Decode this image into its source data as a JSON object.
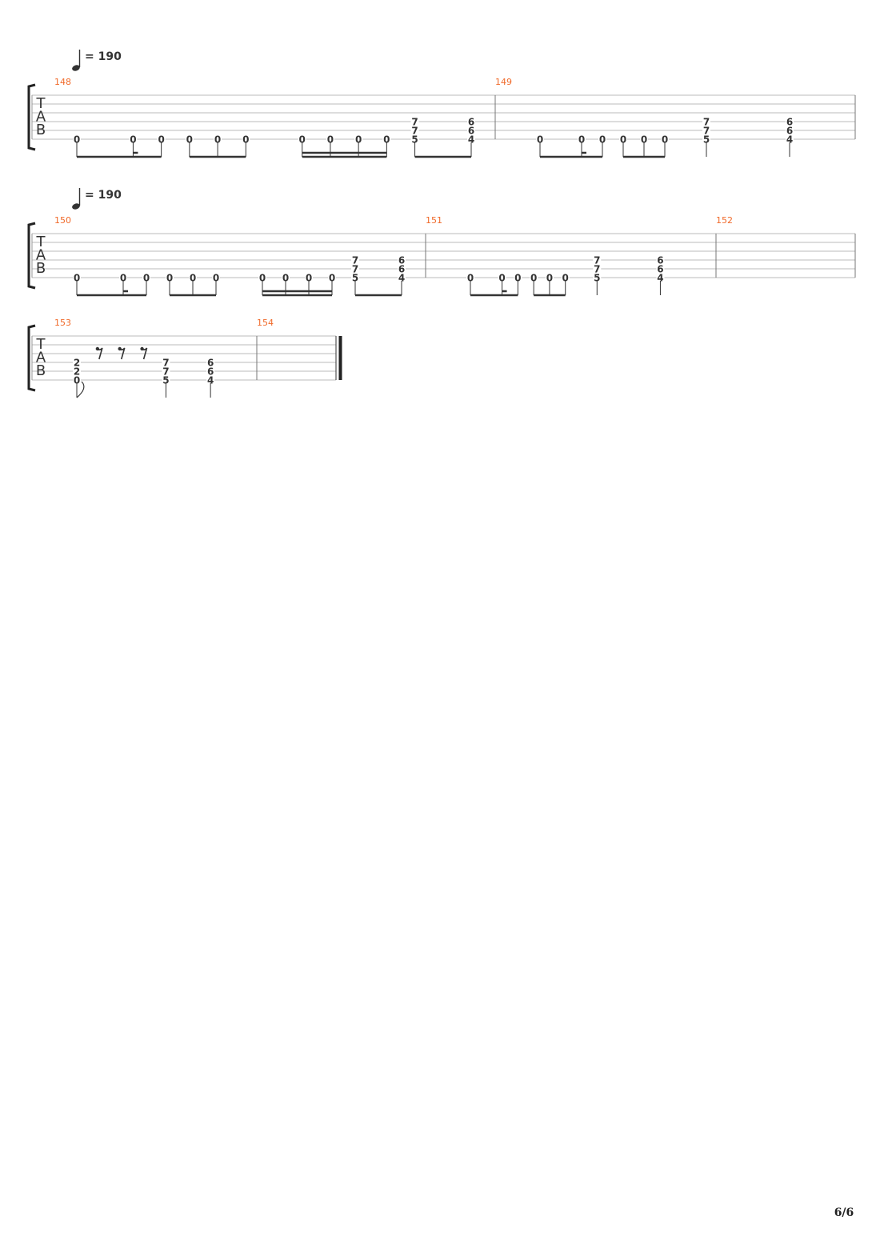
{
  "page": {
    "number": "6/6",
    "ink": "#333333",
    "line_color": "#bbbbbb",
    "bar_number_color": "#f06a2a"
  },
  "tab_clef": [
    "T",
    "A",
    "B"
  ],
  "systems": [
    {
      "tempo": {
        "symbol": "quarter-note",
        "text": "= 190"
      },
      "bars": [
        {
          "number": "148",
          "notes": [
            {
              "t": 0,
              "d": "e",
              "frets": [
                {
                  "s": 6,
                  "f": "0"
                }
              ]
            },
            {
              "t": 0.5,
              "d": "s",
              "frets": [
                {
                  "s": 6,
                  "f": "0"
                }
              ]
            },
            {
              "t": 0.75,
              "d": "s",
              "frets": [
                {
                  "s": 6,
                  "f": "0"
                }
              ]
            },
            {
              "t": 1,
              "d": "s",
              "frets": [
                {
                  "s": 6,
                  "f": "0"
                }
              ]
            },
            {
              "t": 1.25,
              "d": "s",
              "frets": [
                {
                  "s": 6,
                  "f": "0"
                }
              ]
            },
            {
              "t": 1.5,
              "d": "e",
              "frets": [
                {
                  "s": 6,
                  "f": "0"
                }
              ]
            },
            {
              "t": 2,
              "d": "s",
              "frets": [
                {
                  "s": 6,
                  "f": "0"
                }
              ]
            },
            {
              "t": 2.25,
              "d": "s",
              "frets": [
                {
                  "s": 6,
                  "f": "0"
                }
              ]
            },
            {
              "t": 2.5,
              "d": "s",
              "frets": [
                {
                  "s": 6,
                  "f": "0"
                }
              ]
            },
            {
              "t": 2.75,
              "d": "s",
              "frets": [
                {
                  "s": 6,
                  "f": "0"
                }
              ]
            },
            {
              "t": 3,
              "d": "e",
              "frets": [
                {
                  "s": 6,
                  "f": "5"
                },
                {
                  "s": 5,
                  "f": "7"
                },
                {
                  "s": 4,
                  "f": "7"
                }
              ]
            },
            {
              "t": 3.5,
              "d": "e",
              "frets": [
                {
                  "s": 6,
                  "f": "4"
                },
                {
                  "s": 5,
                  "f": "6"
                },
                {
                  "s": 4,
                  "f": "6"
                }
              ]
            }
          ]
        },
        {
          "number": "149",
          "notes": [
            {
              "t": 0,
              "d": "e",
              "frets": [
                {
                  "s": 6,
                  "f": "0"
                }
              ]
            },
            {
              "t": 0.5,
              "d": "s",
              "frets": [
                {
                  "s": 6,
                  "f": "0"
                }
              ]
            },
            {
              "t": 0.75,
              "d": "s",
              "frets": [
                {
                  "s": 6,
                  "f": "0"
                }
              ]
            },
            {
              "t": 1,
              "d": "s",
              "frets": [
                {
                  "s": 6,
                  "f": "0"
                }
              ]
            },
            {
              "t": 1.25,
              "d": "s",
              "frets": [
                {
                  "s": 6,
                  "f": "0"
                }
              ]
            },
            {
              "t": 1.5,
              "d": "e",
              "frets": [
                {
                  "s": 6,
                  "f": "0"
                }
              ]
            },
            {
              "t": 2,
              "d": "q",
              "frets": [
                {
                  "s": 6,
                  "f": "5"
                },
                {
                  "s": 5,
                  "f": "7"
                },
                {
                  "s": 4,
                  "f": "7"
                }
              ]
            },
            {
              "t": 3,
              "d": "q",
              "frets": [
                {
                  "s": 6,
                  "f": "4"
                },
                {
                  "s": 5,
                  "f": "6"
                },
                {
                  "s": 4,
                  "f": "6"
                }
              ]
            }
          ]
        }
      ]
    },
    {
      "tempo": {
        "symbol": "quarter-note",
        "text": "= 190"
      },
      "bars": [
        {
          "number": "150",
          "notes": [
            {
              "t": 0,
              "d": "e",
              "frets": [
                {
                  "s": 6,
                  "f": "0"
                }
              ]
            },
            {
              "t": 0.5,
              "d": "s",
              "frets": [
                {
                  "s": 6,
                  "f": "0"
                }
              ]
            },
            {
              "t": 0.75,
              "d": "s",
              "frets": [
                {
                  "s": 6,
                  "f": "0"
                }
              ]
            },
            {
              "t": 1,
              "d": "s",
              "frets": [
                {
                  "s": 6,
                  "f": "0"
                }
              ]
            },
            {
              "t": 1.25,
              "d": "s",
              "frets": [
                {
                  "s": 6,
                  "f": "0"
                }
              ]
            },
            {
              "t": 1.5,
              "d": "e",
              "frets": [
                {
                  "s": 6,
                  "f": "0"
                }
              ]
            },
            {
              "t": 2,
              "d": "s",
              "frets": [
                {
                  "s": 6,
                  "f": "0"
                }
              ]
            },
            {
              "t": 2.25,
              "d": "s",
              "frets": [
                {
                  "s": 6,
                  "f": "0"
                }
              ]
            },
            {
              "t": 2.5,
              "d": "s",
              "frets": [
                {
                  "s": 6,
                  "f": "0"
                }
              ]
            },
            {
              "t": 2.75,
              "d": "s",
              "frets": [
                {
                  "s": 6,
                  "f": "0"
                }
              ]
            },
            {
              "t": 3,
              "d": "e",
              "frets": [
                {
                  "s": 6,
                  "f": "5"
                },
                {
                  "s": 5,
                  "f": "7"
                },
                {
                  "s": 4,
                  "f": "7"
                }
              ]
            },
            {
              "t": 3.5,
              "d": "e",
              "frets": [
                {
                  "s": 6,
                  "f": "4"
                },
                {
                  "s": 5,
                  "f": "6"
                },
                {
                  "s": 4,
                  "f": "6"
                }
              ]
            }
          ]
        },
        {
          "number": "151",
          "notes": [
            {
              "t": 0,
              "d": "e",
              "frets": [
                {
                  "s": 6,
                  "f": "0"
                }
              ]
            },
            {
              "t": 0.5,
              "d": "s",
              "frets": [
                {
                  "s": 6,
                  "f": "0"
                }
              ]
            },
            {
              "t": 0.75,
              "d": "s",
              "frets": [
                {
                  "s": 6,
                  "f": "0"
                }
              ]
            },
            {
              "t": 1,
              "d": "s",
              "frets": [
                {
                  "s": 6,
                  "f": "0"
                }
              ]
            },
            {
              "t": 1.25,
              "d": "s",
              "frets": [
                {
                  "s": 6,
                  "f": "0"
                }
              ]
            },
            {
              "t": 1.5,
              "d": "e",
              "frets": [
                {
                  "s": 6,
                  "f": "0"
                }
              ]
            },
            {
              "t": 2,
              "d": "q",
              "frets": [
                {
                  "s": 6,
                  "f": "5"
                },
                {
                  "s": 5,
                  "f": "7"
                },
                {
                  "s": 4,
                  "f": "7"
                }
              ]
            },
            {
              "t": 3,
              "d": "q",
              "frets": [
                {
                  "s": 6,
                  "f": "4"
                },
                {
                  "s": 5,
                  "f": "6"
                },
                {
                  "s": 4,
                  "f": "6"
                }
              ]
            }
          ]
        },
        {
          "number": "152",
          "notes": []
        }
      ]
    },
    {
      "tempo": null,
      "bars": [
        {
          "number": "153",
          "notes": [
            {
              "t": 0,
              "d": "e",
              "frets": [
                {
                  "s": 6,
                  "f": "0"
                },
                {
                  "s": 5,
                  "f": "2"
                },
                {
                  "s": 4,
                  "f": "2"
                }
              ]
            },
            {
              "t": 0.5,
              "rest": "eighth"
            },
            {
              "t": 1,
              "rest": "eighth"
            },
            {
              "t": 1.5,
              "rest": "eighth"
            },
            {
              "t": 2,
              "d": "q",
              "frets": [
                {
                  "s": 6,
                  "f": "5"
                },
                {
                  "s": 5,
                  "f": "7"
                },
                {
                  "s": 4,
                  "f": "7"
                }
              ]
            },
            {
              "t": 3,
              "d": "q",
              "frets": [
                {
                  "s": 6,
                  "f": "4"
                },
                {
                  "s": 5,
                  "f": "6"
                },
                {
                  "s": 4,
                  "f": "6"
                }
              ]
            }
          ]
        },
        {
          "number": "154",
          "notes": []
        }
      ]
    }
  ]
}
